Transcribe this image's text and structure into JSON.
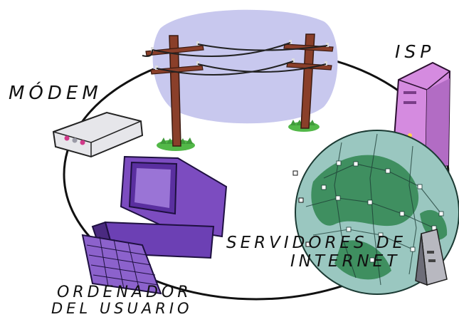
{
  "labels": {
    "modem": "MÓDEM",
    "isp": "ISP",
    "servers_line1": "SERVIDORES DE",
    "servers_line2": "INTERNET",
    "user_line1": "ORDENADOR",
    "user_line2": "DEL USUARIO"
  },
  "colors": {
    "sky_blob": "#c8c8ee",
    "pole": "#8a3f2a",
    "grass": "#52b848",
    "monitor": "#7c4cc0",
    "isp_server": "#d58be0",
    "globe_sea": "#9ac7c0",
    "globe_land": "#3f8f60",
    "modem_body": "#e6e6ea"
  },
  "icons": [
    "modem-icon",
    "computer-icon",
    "isp-server-icon",
    "globe-icon",
    "utility-pole-icon",
    "server-tower-icon"
  ]
}
